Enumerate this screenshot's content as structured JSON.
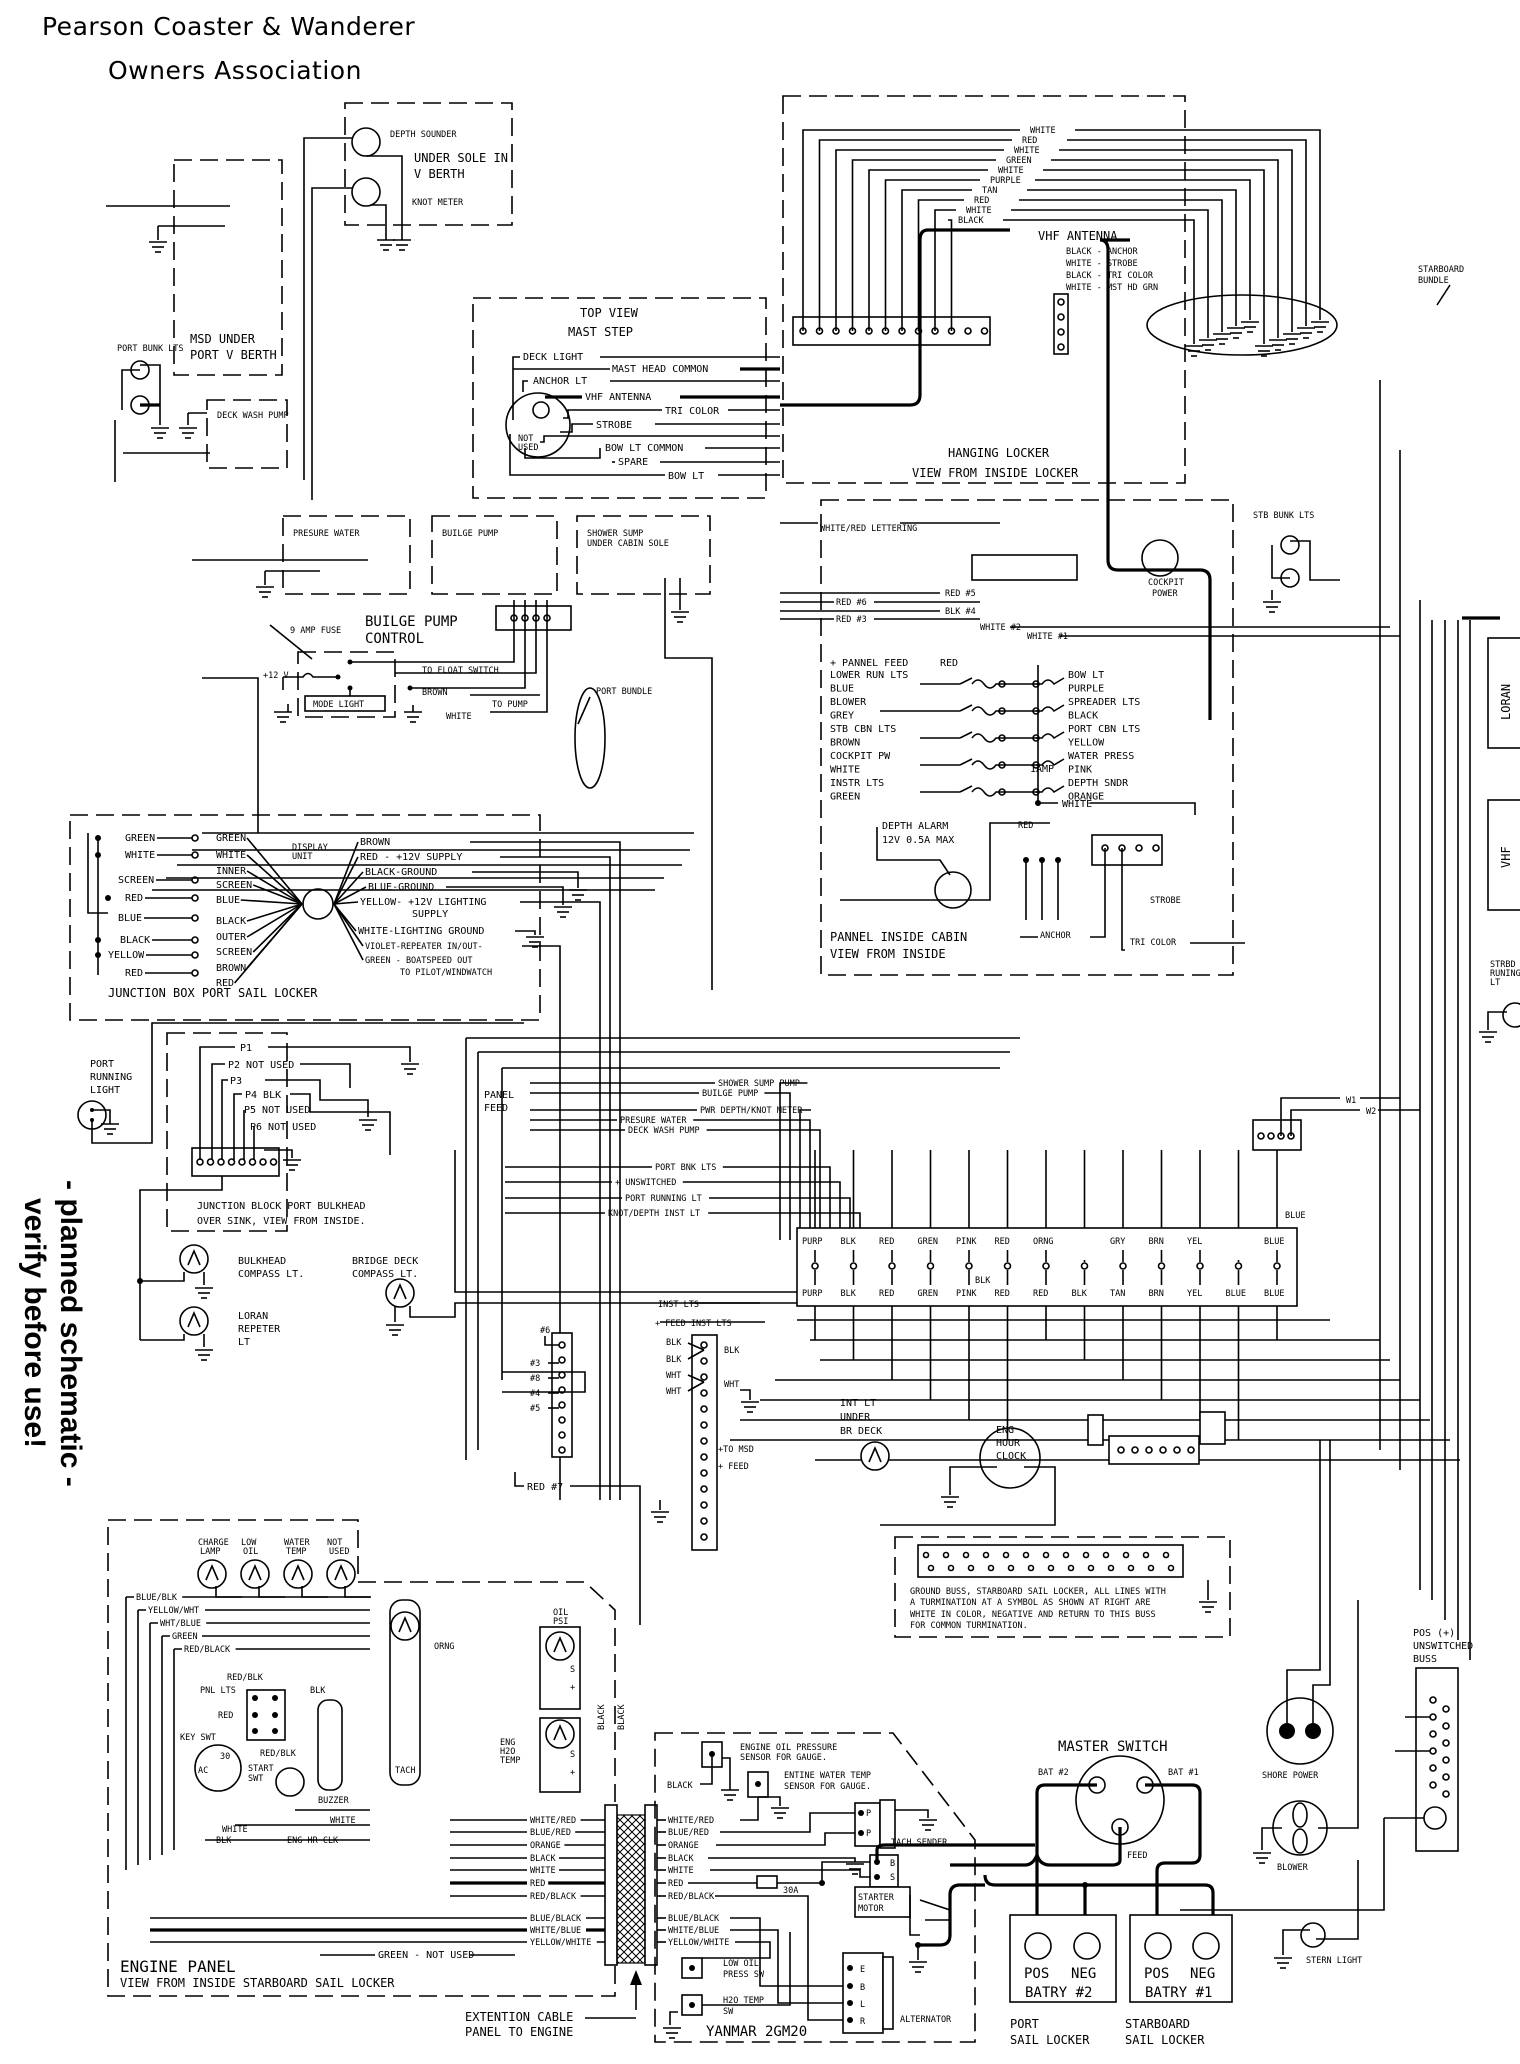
{
  "header": {
    "title_line1": "Pearson Coaster & Wanderer",
    "title_line2": "Owners Association"
  },
  "side_note": {
    "line1": "- planned schematic -",
    "line2": "verify before use!"
  },
  "depth_sounder_box": {
    "depth_sounder": "DEPTH SOUNDER",
    "location_line1": "UNDER SOLE IN",
    "location_line2": "V BERTH",
    "knot_meter": "KNOT METER"
  },
  "msd_box": {
    "line1": "MSD UNDER",
    "line2": "PORT V BERTH"
  },
  "port_bunk": "PORT BUNK LTS",
  "deck_wash": "DECK WASH PUMP",
  "mast_step": {
    "title_line1": "TOP VIEW",
    "title_line2": "MAST STEP",
    "wires": [
      "DECK LIGHT",
      "MAST HEAD COMMON",
      "ANCHOR LT",
      "VHF ANTENNA",
      "TRI COLOR",
      "STROBE",
      "BOW LT COMMON",
      "SPARE",
      "BOW LT"
    ],
    "not_used_1": "NOT",
    "not_used_2": "USED"
  },
  "hanging_locker": {
    "wires": [
      "WHITE",
      "RED",
      "WHITE",
      "GREEN",
      "WHITE",
      "PURPLE",
      "TAN",
      "RED",
      "WHITE",
      "BLACK"
    ],
    "vhf": "VHF ANTENNA",
    "sub_wires": [
      "BLACK - ANCHOR",
      "WHITE - STROBE",
      "BLACK - TRI COLOR",
      "WHITE - MST HD GRN"
    ],
    "label_line1": "HANGING LOCKER",
    "label_line2": "VIEW FROM INSIDE LOCKER"
  },
  "starboard_bundle": {
    "line1": "STARBOARD",
    "line2": "BUNDLE"
  },
  "pumps": {
    "pressure_water": "PRESURE WATER",
    "bilge_pump": "BUILGE PUMP",
    "shower_sump_1": "SHOWER SUMP",
    "shower_sump_2": "UNDER CABIN SOLE"
  },
  "bilge_control": {
    "title_1": "BUILGE PUMP",
    "title_2": "CONTROL",
    "fuse": "9 AMP FUSE",
    "v12": "+12 V",
    "float": "TO FLOAT SWITCH",
    "brown": "BROWN",
    "to_pump": "TO PUMP",
    "mode_light": "MODE LIGHT",
    "white": "WHITE"
  },
  "port_bundle": "PORT BUNDLE",
  "junction_box": {
    "left": [
      "GREEN",
      "WHITE",
      "SCREEN",
      "RED",
      "BLUE",
      "BLACK",
      "YELLOW",
      "RED"
    ],
    "mid": [
      "GREEN",
      "WHITE",
      "INNER",
      "SCREEN",
      "BLUE",
      "BLACK",
      "OUTER",
      "SCREEN",
      "BROWN",
      "RED"
    ],
    "display_1": "DISPLAY",
    "display_2": "UNIT",
    "right": [
      "BROWN",
      "RED - +12V SUPPLY",
      "BLACK-GROUND",
      "BLUE-GROUND",
      "YELLOW- +12V LIGHTING",
      "SUPPLY",
      "WHITE-LIGHTING GROUND",
      "VIOLET-REPEATER IN/OUT-",
      "GREEN - BOATSPEED OUT",
      "TO PILOT/WINDWATCH"
    ],
    "label": "JUNCTION BOX PORT SAIL LOCKER"
  },
  "cabin_panel": {
    "top_wires": [
      "WHITE/RED LETTERING",
      "RED #5",
      "RED #6",
      "BLK #4",
      "RED #3",
      "WHITE #2",
      "WHITE #1"
    ],
    "cockpit_power_1": "COCKPIT",
    "cockpit_power_2": "POWER",
    "feed": "+ PANNEL FEED",
    "feed_red": "RED",
    "left": [
      "LOWER RUN LTS",
      "BLUE",
      "BLOWER",
      "GREY",
      "STB CBN LTS",
      "BROWN",
      "COCKPIT PW",
      "WHITE",
      "INSTR LTS",
      "GREEN"
    ],
    "right": [
      "BOW LT",
      "PURPLE",
      "SPREADER LTS",
      "BLACK",
      "PORT CBN LTS",
      "YELLOW",
      "WATER PRESS",
      "PINK",
      "DEPTH SNDR",
      "ORANGE"
    ],
    "one_amp": "1AMP",
    "white": "WHITE",
    "depth_alarm_1": "DEPTH ALARM",
    "depth_alarm_2": "12V 0.5A MAX",
    "red": "RED",
    "strobe": "STROBE",
    "anchor": "ANCHOR",
    "tri_color": "TRI COLOR",
    "label_1": "PANNEL INSIDE CABIN",
    "label_2": "VIEW FROM INSIDE"
  },
  "stb_bunk": "STB BUNK LTS",
  "loran": "LORAN",
  "vhf": "VHF",
  "stbd_running": {
    "line1": "STRBD",
    "line2": "RUNING",
    "line3": "LT"
  },
  "port_running": {
    "line1": "PORT",
    "line2": "RUNNING",
    "line3": "LIGHT"
  },
  "port_bulkhead": {
    "wires": [
      "P1",
      "P2 NOT USED",
      "P3",
      "P4 BLK",
      "P5 NOT USED",
      "P6 NOT USED"
    ],
    "label_1": "JUNCTION BLOCK PORT BULKHEAD",
    "label_2": "OVER SINK, VIEW FROM INSIDE."
  },
  "lights": {
    "bulkhead_1": "BULKHEAD",
    "bulkhead_2": "COMPASS LT.",
    "bridge_1": "BRIDGE DECK",
    "bridge_2": "COMPASS LT.",
    "loran_1": "LORAN",
    "loran_2": "REPETER",
    "loran_3": "LT"
  },
  "panel_feed_1": "PANEL",
  "panel_feed_2": "FEED",
  "mid_wires": [
    "SHOWER SUMP PUMP",
    "BUILGE PUMP",
    "PWR DEPTH/KNOT METER",
    "PRESURE WATER",
    "DECK WASH PUMP",
    "PORT BNK LTS",
    "+ UNSWITCHED",
    "PORT RUNNING LT",
    "KNOT/DEPTH INST LT"
  ],
  "w_labels": {
    "w1": "W1",
    "w2": "W2",
    "blue": "BLUE"
  },
  "main_terminal": {
    "top": [
      "PURP",
      "BLK",
      "RED",
      "GREN",
      "PINK",
      "RED",
      "ORNG",
      "",
      "GRY",
      "BRN",
      "YEL",
      "",
      "BLUE"
    ],
    "bottom": [
      "PURP",
      "BLK",
      "RED",
      "GREN",
      "PINK",
      "RED",
      "RED",
      "BLK",
      "TAN",
      "BRN",
      "YEL",
      "BLUE",
      "BLUE"
    ],
    "blk_jumper": "BLK"
  },
  "inst_block": {
    "inst_lts": "INST LTS",
    "feed_inst": "+ FEED INST LTS",
    "left": [
      "BLK",
      "BLK",
      "WHT",
      "WHT"
    ],
    "right_blk": "BLK",
    "right_wht": "WHT",
    "to_msd": "+TO MSD",
    "feed": "+ FEED"
  },
  "num_block": [
    "#6",
    "#3",
    "#8",
    "#4",
    "#5"
  ],
  "red7": "RED #7",
  "int_lt": {
    "line1": "INT LT",
    "line2": "UNDER",
    "line3": "BR DECK"
  },
  "eng_clock": {
    "line1": "ENG",
    "line2": "HOUR",
    "line3": "CLOCK"
  },
  "ground_buss": {
    "line1": "GROUND BUSS, STARBOARD SAIL LOCKER, ALL LINES WITH",
    "line2": "A TURMINATION AT A SYMBOL AS SHOWN AT RIGHT ARE",
    "line3": "WHITE IN COLOR, NEGATIVE AND RETURN TO THIS BUSS",
    "line4": "FOR COMMON TURMINATION."
  },
  "pos_buss": {
    "line1": "POS (+)",
    "line2": "UNSWITCHED",
    "line3": "BUSS"
  },
  "shore_power": "SHORE POWER",
  "blower": "BLOWER",
  "stern_light": "STERN LIGHT",
  "master": {
    "title": "MASTER SWITCH",
    "bat2": "BAT #2",
    "bat1": "BAT #1",
    "feed": "FEED"
  },
  "batteries": [
    {
      "pos": "POS",
      "neg": "NEG",
      "name": "BATRY #2",
      "loc_1": "PORT",
      "loc_2": "SAIL LOCKER"
    },
    {
      "pos": "POS",
      "neg": "NEG",
      "name": "BATRY #1",
      "loc_1": "STARBOARD",
      "loc_2": "SAIL LOCKER"
    }
  ],
  "engine_panel": {
    "gauges": [
      {
        "l1": "CHARGE",
        "l2": "LAMP"
      },
      {
        "l1": "LOW",
        "l2": "OIL"
      },
      {
        "l1": "WATER",
        "l2": "TEMP"
      },
      {
        "l1": "NOT",
        "l2": "USED"
      }
    ],
    "left_wires": [
      "BLUE/BLK",
      "YELLOW/WHT",
      "WHT/BLUE",
      "GREEN",
      "RED/BLACK"
    ],
    "red_blk": "RED/BLK",
    "pnl_lts": "PNL LTS",
    "red": "RED",
    "blk": "BLK",
    "key_swt": "KEY SWT",
    "ks_30": "30",
    "ks_ac": "AC",
    "red_blk2": "RED/BLK",
    "start_1": "START",
    "start_2": "SWT",
    "buzzer": "BUZZER",
    "tach": "TACH",
    "orng": "ORNG",
    "oil_psi_1": "OIL",
    "oil_psi_2": "PSI",
    "eng_h2o_1": "ENG",
    "eng_h2o_2": "H2O",
    "eng_h2o_3": "TEMP",
    "s": "S",
    "plus": "+",
    "black": "BLACK",
    "white_a": "WHITE",
    "white_b": "WHITE",
    "blk2": "BLK",
    "eng_hr": "ENG HR CLK",
    "harness": [
      "WHITE/RED",
      "BLUE/RED",
      "ORANGE",
      "BLACK",
      "WHITE",
      "RED",
      "RED/BLACK",
      "BLUE/BLACK",
      "WHITE/BLUE",
      "YELLOW/WHITE"
    ],
    "green_nu": "GREEN - NOT USED",
    "label_1": "ENGINE PANEL",
    "label_2": "VIEW FROM INSIDE STARBOARD SAIL LOCKER"
  },
  "extension": {
    "line1": "EXTENTION CABLE",
    "line2": "PANEL TO ENGINE"
  },
  "engine": {
    "oil_sensor_1": "ENGINE OIL PRESSURE",
    "oil_sensor_2": "SENSOR FOR GAUGE.",
    "water_sensor_1": "ENTINE WATER TEMP",
    "water_sensor_2": "SENSOR FOR GAUGE.",
    "black": "BLACK",
    "harness": [
      "WHITE/RED",
      "BLUE/RED",
      "ORANGE",
      "BLACK",
      "WHITE",
      "RED",
      "RED/BLACK",
      "BLUE/BLACK",
      "WHITE/BLUE",
      "YELLOW/WHITE"
    ],
    "fuse": "30A",
    "p": "P",
    "tach_sender": "TACH SENDER",
    "b": "B",
    "s": "S",
    "starter_1": "STARTER",
    "starter_2": "MOTOR",
    "alt_pins": [
      "E",
      "B",
      "L",
      "R"
    ],
    "alternator": "ALTERNATOR",
    "low_oil_1": "LOW OIL",
    "low_oil_2": "PRESS SW",
    "h2o_1": "H2O TEMP",
    "h2o_2": "SW",
    "model": "YANMAR 2GM20"
  }
}
